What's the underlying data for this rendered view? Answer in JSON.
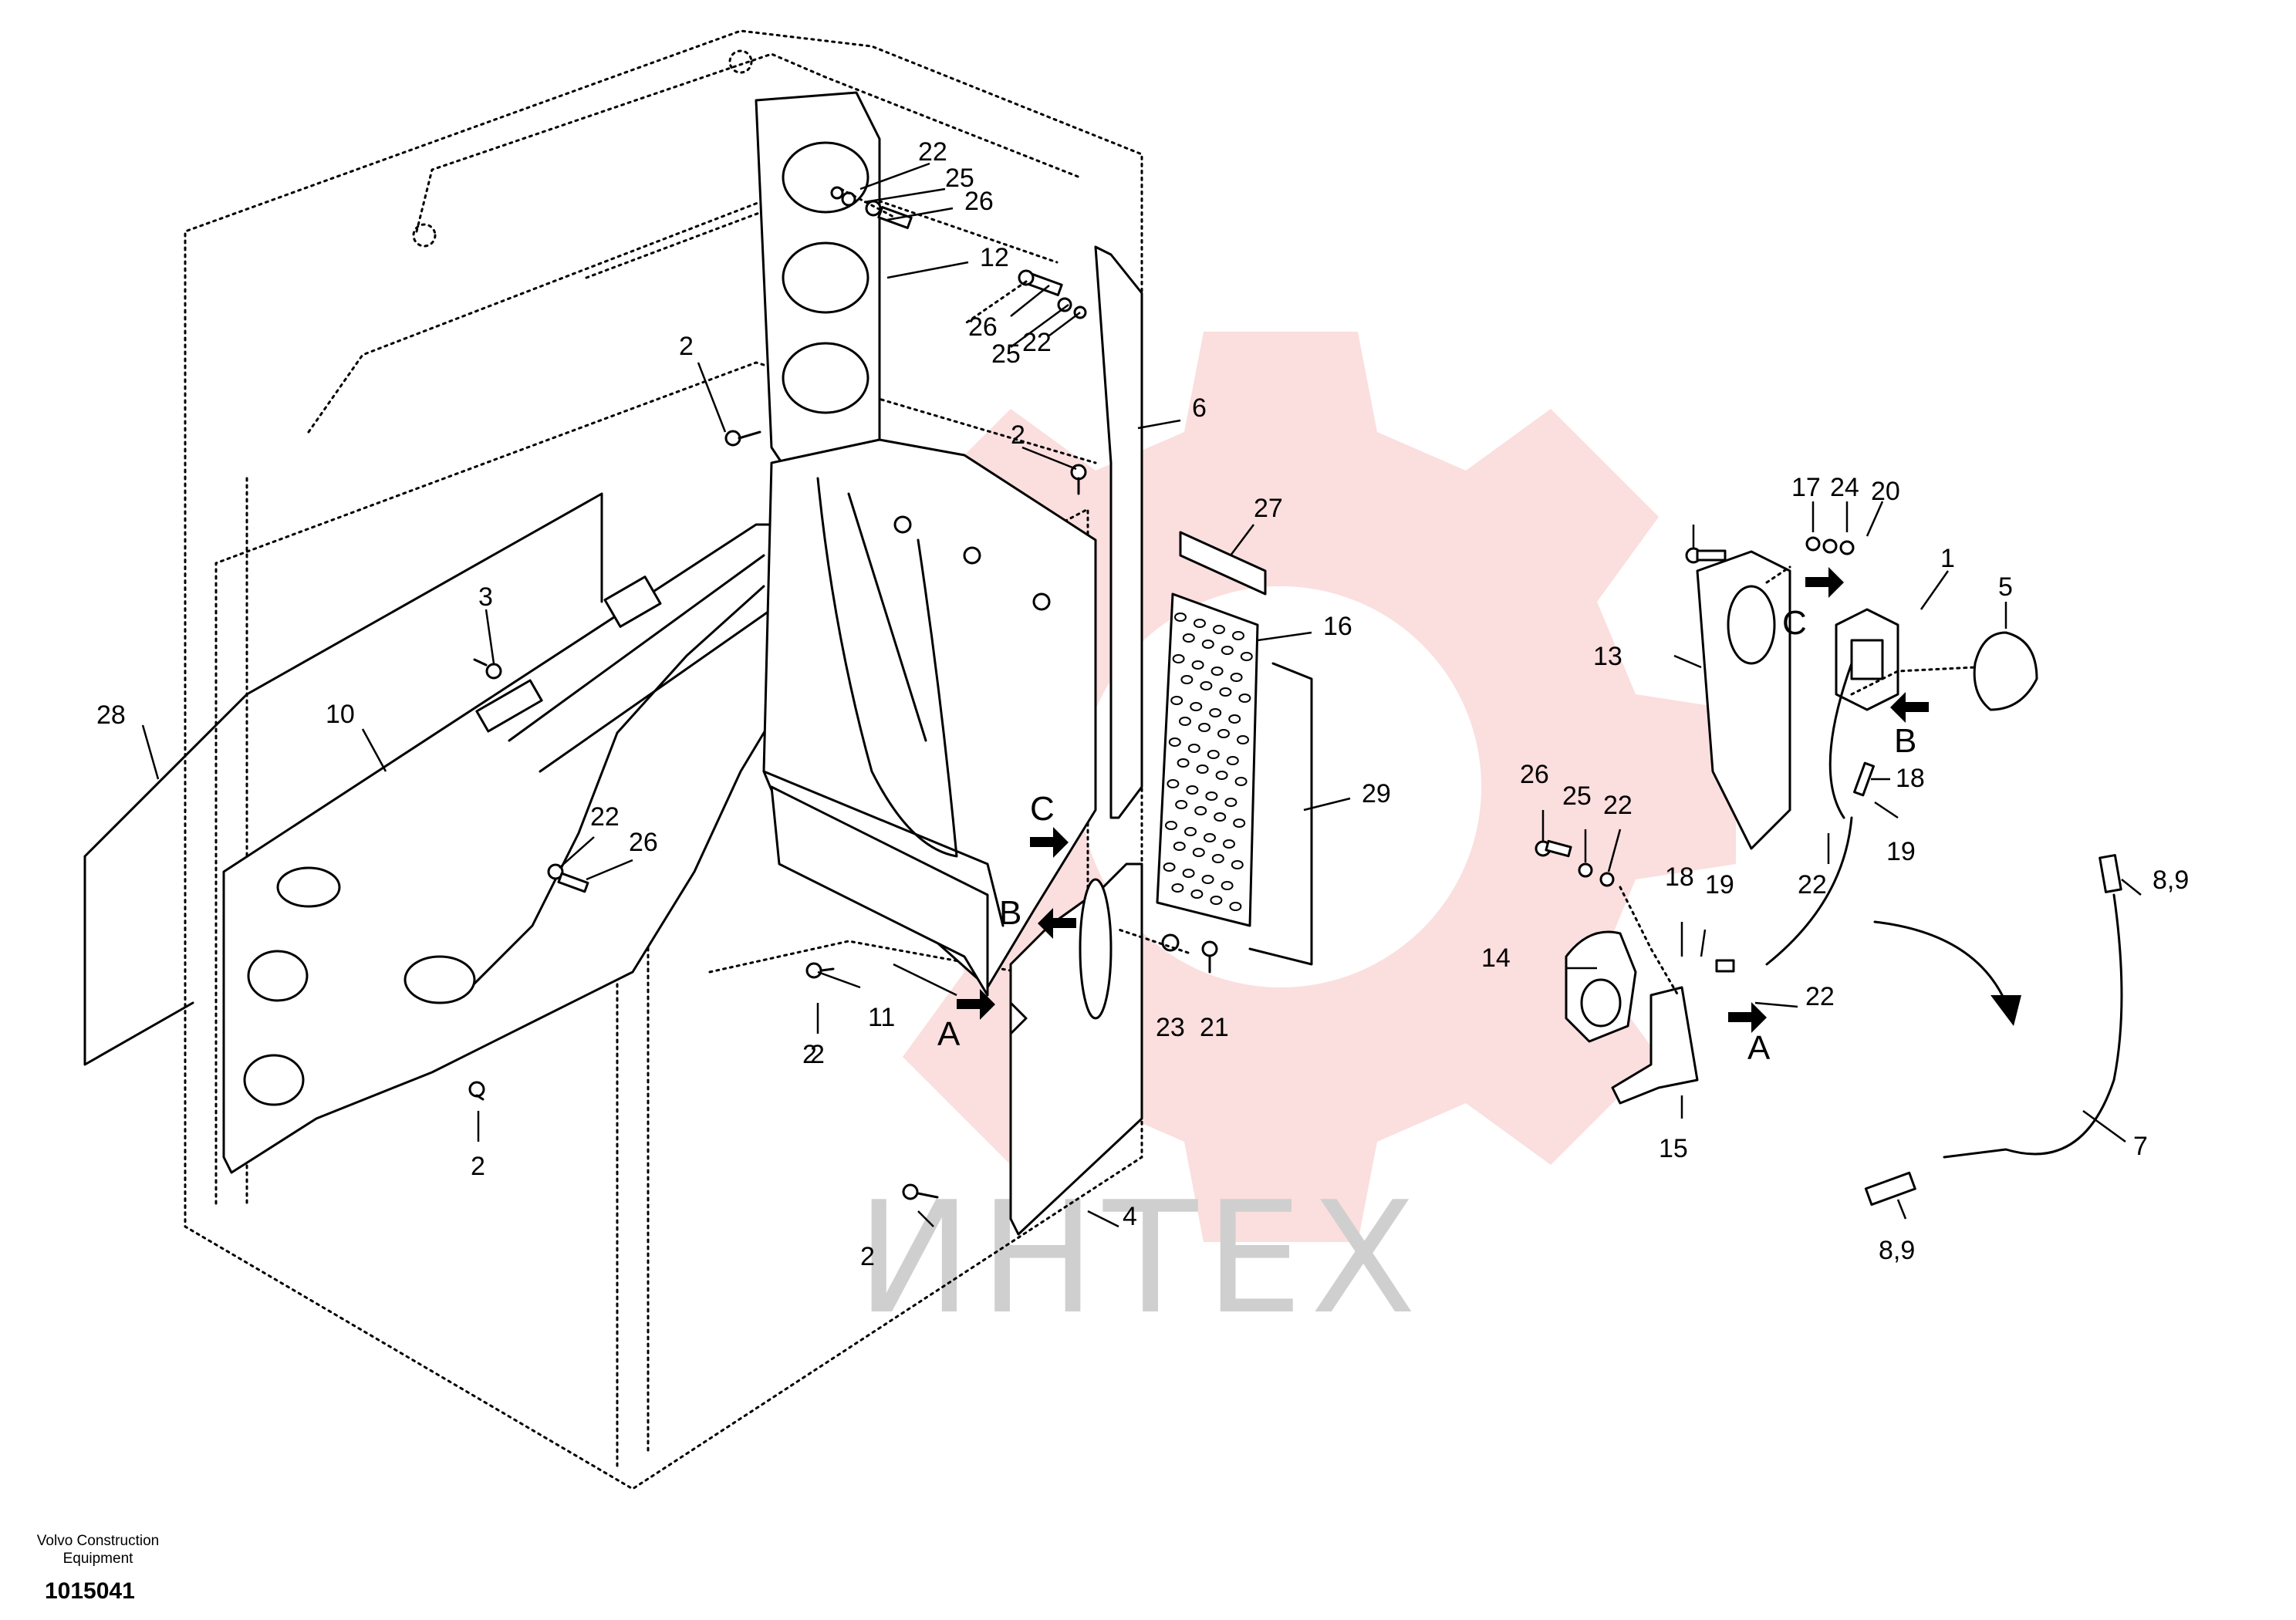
{
  "diagram": {
    "callouts": [
      {
        "id": "c-22a",
        "text": "22"
      },
      {
        "id": "c-25a",
        "text": "25"
      },
      {
        "id": "c-26a",
        "text": "26"
      },
      {
        "id": "c-12",
        "text": "12"
      },
      {
        "id": "c-26b",
        "text": "26"
      },
      {
        "id": "c-25b",
        "text": "25"
      },
      {
        "id": "c-22b",
        "text": "22"
      },
      {
        "id": "c-2a",
        "text": "2"
      },
      {
        "id": "c-2b",
        "text": "2"
      },
      {
        "id": "c-6",
        "text": "6"
      },
      {
        "id": "c-27",
        "text": "27"
      },
      {
        "id": "c-16",
        "text": "16"
      },
      {
        "id": "c-29",
        "text": "29"
      },
      {
        "id": "c-3",
        "text": "3"
      },
      {
        "id": "c-28",
        "text": "28"
      },
      {
        "id": "c-10",
        "text": "10"
      },
      {
        "id": "c-22c",
        "text": "22"
      },
      {
        "id": "c-26c",
        "text": "26"
      },
      {
        "id": "c-2c",
        "text": "2"
      },
      {
        "id": "c-11",
        "text": "11"
      },
      {
        "id": "c-2d",
        "text": "2"
      },
      {
        "id": "c-23",
        "text": "23"
      },
      {
        "id": "c-21",
        "text": "21"
      },
      {
        "id": "c-2e",
        "text": "2"
      },
      {
        "id": "c-4",
        "text": "4"
      },
      {
        "id": "c-2f",
        "text": "2"
      },
      {
        "id": "c-17",
        "text": "17"
      },
      {
        "id": "c-24",
        "text": "24"
      },
      {
        "id": "c-20",
        "text": "20"
      },
      {
        "id": "c-1",
        "text": "1"
      },
      {
        "id": "c-5",
        "text": "5"
      },
      {
        "id": "c-13",
        "text": "13"
      },
      {
        "id": "c-18a",
        "text": "18"
      },
      {
        "id": "c-19a",
        "text": "19"
      },
      {
        "id": "c-26d",
        "text": "26"
      },
      {
        "id": "c-25d",
        "text": "25"
      },
      {
        "id": "c-22d",
        "text": "22"
      },
      {
        "id": "c-22e",
        "text": "22"
      },
      {
        "id": "c-18b",
        "text": "18"
      },
      {
        "id": "c-19b",
        "text": "19"
      },
      {
        "id": "c-14",
        "text": "14"
      },
      {
        "id": "c-22f",
        "text": "22"
      },
      {
        "id": "c-15",
        "text": "15"
      },
      {
        "id": "c-89a",
        "text": "8,9"
      },
      {
        "id": "c-7",
        "text": "7"
      },
      {
        "id": "c-89b",
        "text": "8,9"
      }
    ],
    "view_marks": [
      {
        "id": "v-c1",
        "text": "C"
      },
      {
        "id": "v-b1",
        "text": "B"
      },
      {
        "id": "v-a1",
        "text": "A"
      },
      {
        "id": "v-c2",
        "text": "C"
      },
      {
        "id": "v-b2",
        "text": "B"
      },
      {
        "id": "v-a2",
        "text": "A"
      }
    ]
  },
  "watermark": {
    "text": "ИHTEX",
    "color": "#f7c3c3"
  },
  "footer": {
    "line1": "Volvo Construction",
    "line2": "Equipment",
    "number": "1015041"
  }
}
